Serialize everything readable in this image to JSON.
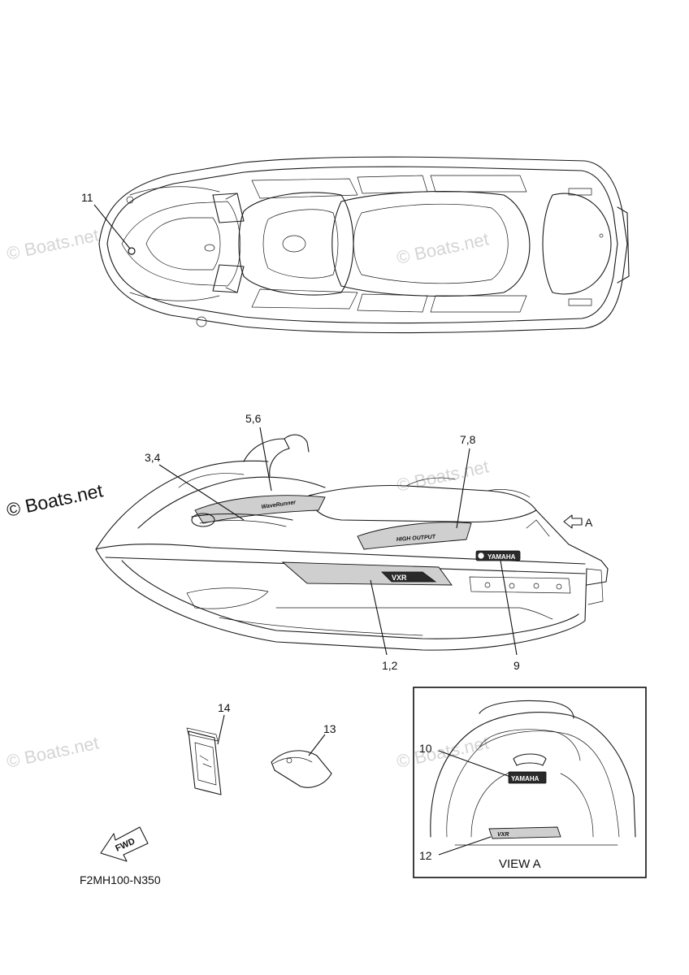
{
  "watermark": {
    "faint_text": "© Boats.net",
    "bold_text": "© Boats.net"
  },
  "callouts": {
    "top_11": "11",
    "side_5_6": "5,6",
    "side_3_4": "3,4",
    "side_7_8": "7,8",
    "side_1_2": "1,2",
    "side_9": "9",
    "view_a_arrow": "A",
    "acc_14": "14",
    "acc_13": "13",
    "viewa_10": "10",
    "viewa_12": "12"
  },
  "view_a": {
    "label": "VIEW A"
  },
  "fwd_badge": {
    "text": "FWD"
  },
  "decal_text": {
    "yamaha": "YAMAHA",
    "model": "VXR",
    "waverunner": "WaveRunner",
    "high_output": "HIGH OUTPUT"
  },
  "part_code": "F2MH100-N350",
  "icons": [
    "fwd-arrow-icon",
    "hollow-arrow-left-icon"
  ]
}
